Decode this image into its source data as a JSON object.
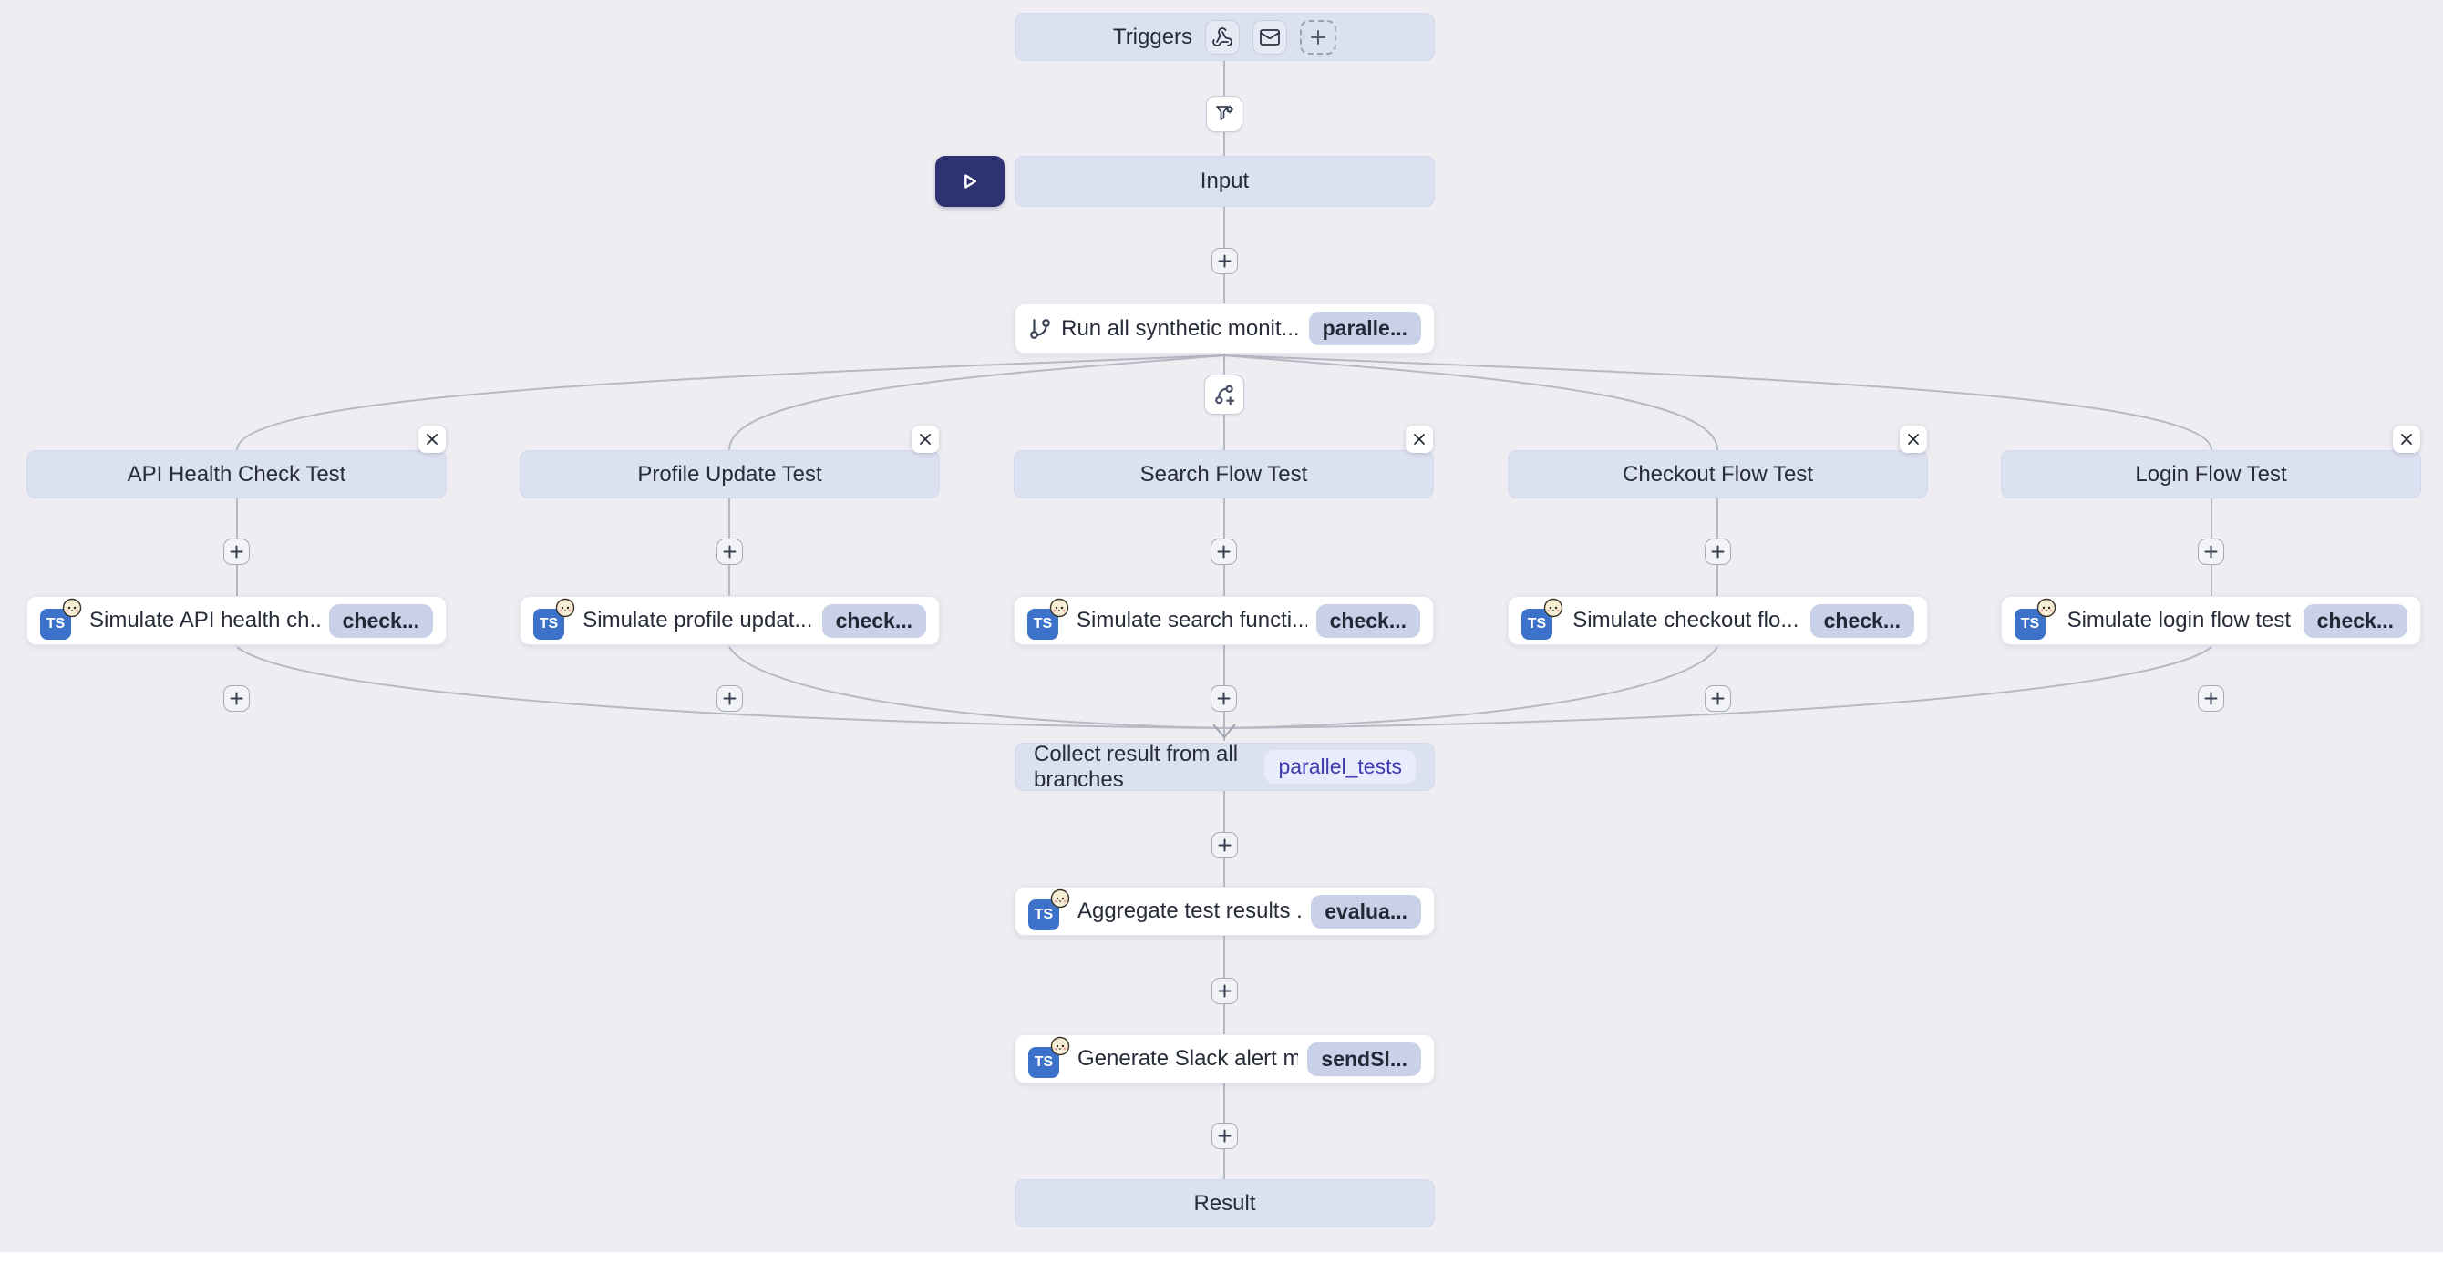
{
  "triggers": {
    "label": "Triggers",
    "icons": [
      "webhook-icon",
      "mail-icon",
      "add-trigger-plus-icon"
    ]
  },
  "filter_node": {
    "icon": "filter-cog-icon"
  },
  "input": {
    "label": "Input"
  },
  "run_step": {
    "label": "Run all synthetic monit...",
    "badge": "paralle...",
    "icon": "git-branch-icon"
  },
  "split_node": {
    "icon": "git-branch-plus-icon"
  },
  "branches": [
    {
      "title": "API Health Check Test",
      "step": {
        "label": "Simulate API health ch...",
        "badge": "check..."
      }
    },
    {
      "title": "Profile Update Test",
      "step": {
        "label": "Simulate profile updat...",
        "badge": "check..."
      }
    },
    {
      "title": "Search Flow Test",
      "step": {
        "label": "Simulate search functi...",
        "badge": "check..."
      }
    },
    {
      "title": "Checkout Flow Test",
      "step": {
        "label": "Simulate checkout flo...",
        "badge": "check..."
      }
    },
    {
      "title": "Login Flow Test",
      "step": {
        "label": "Simulate login flow test",
        "badge": "check..."
      }
    }
  ],
  "collect_step": {
    "label": "Collect result from all branches",
    "badge": "parallel_tests"
  },
  "aggregate_step": {
    "label": "Aggregate test results ...",
    "badge": "evalua...",
    "icon": "typescript-bun-icon"
  },
  "slack_step": {
    "label": "Generate Slack alert m...",
    "badge": "sendSl...",
    "icon": "typescript-bun-icon"
  },
  "result": {
    "label": "Result"
  },
  "colors": {
    "canvas_bg": "#ededf2",
    "node_fill": "#dbe1f0",
    "card_fill": "#ffffff",
    "badge_fill": "#c9d1e8",
    "badge_text": "#222836",
    "collect_badge_fill": "#e9ecfd",
    "collect_badge_text": "#3f3bb0",
    "play_button_bg": "#2e3270",
    "typescript_blue": "#3c72c9",
    "connector_line": "#b6b9c3",
    "text": "#272c39"
  }
}
